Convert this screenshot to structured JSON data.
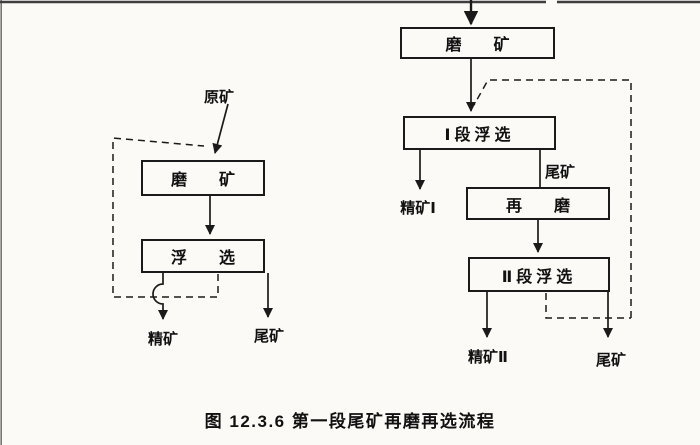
{
  "figure": {
    "caption": "图 12.3.6  第一段尾矿再磨再选流程"
  },
  "left_flowsheet": {
    "feed": "原矿",
    "grinding": "磨　　矿",
    "flotation": "浮　　选",
    "concentrate": "精矿",
    "tailings": "尾矿"
  },
  "right_flowsheet": {
    "grinding": "磨　　矿",
    "stage1_flotation": "Ⅰ段浮选",
    "concentrate1": "精矿Ⅰ",
    "tailings_mid": "尾矿",
    "regrind": "再　　磨",
    "stage2_flotation": "Ⅱ段浮选",
    "concentrate2": "精矿Ⅱ",
    "tailings": "尾矿"
  },
  "colors": {
    "ink": "#1a1a1a",
    "paper": "#fbfaf6"
  }
}
